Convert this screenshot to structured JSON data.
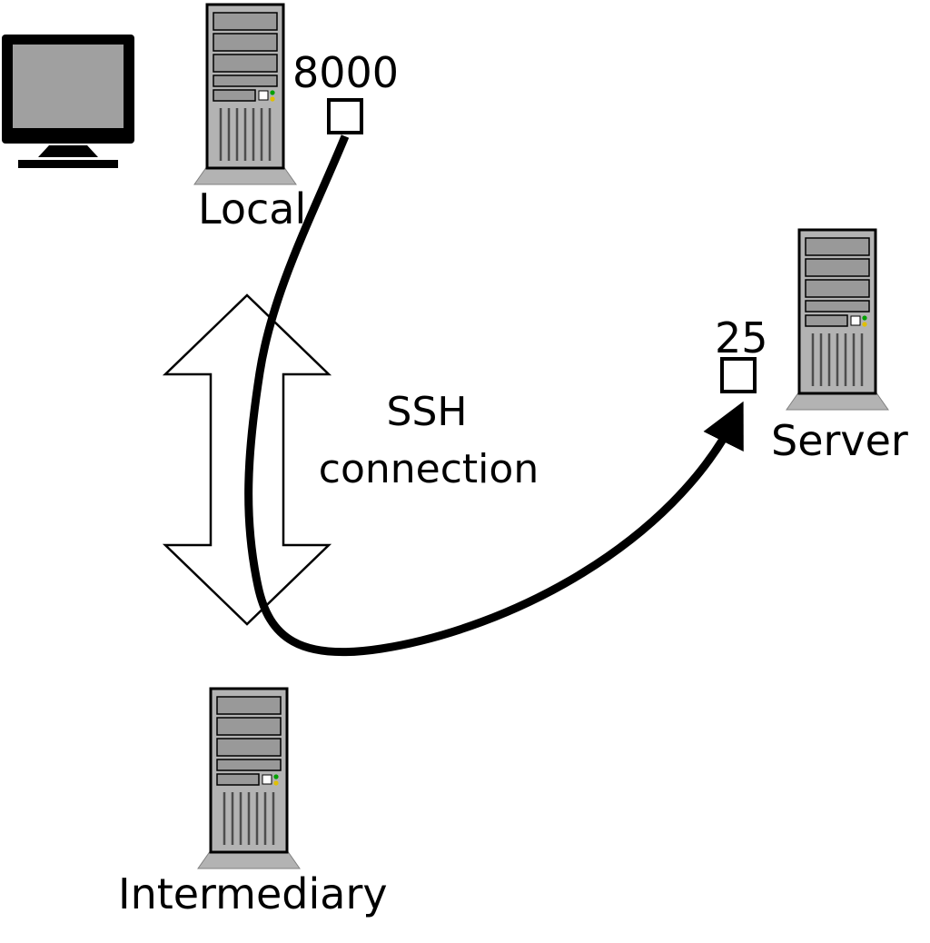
{
  "diagram": {
    "nodes": {
      "local": {
        "label": "Local",
        "port_label": "8000"
      },
      "intermediary": {
        "label": "Intermediary"
      },
      "server": {
        "label": "Server",
        "port_label": "25"
      }
    },
    "connection": {
      "line1": "SSH",
      "line2": "connection"
    },
    "icons": {
      "monitor": "monitor-icon",
      "local": "computer-tower-icon",
      "intermediary": "computer-tower-icon",
      "server": "computer-tower-icon",
      "ssh": "double-headed-arrow-icon",
      "tunnel": "curved-arrow-connector"
    }
  },
  "colors": {
    "background": "#ffffff",
    "outline": "#000000",
    "tower_body": "#b3b3b3",
    "tower_base": "#b3b3b3",
    "slot_fill": "#999999",
    "vent_stroke": "#4d4d4d",
    "port_fill": "#ffffff",
    "monitor_frame": "#000000",
    "monitor_screen": "#a0a0a0",
    "led_green": "#00a000",
    "led_yellow": "#e0c000",
    "tunnel_stroke": "#000000"
  }
}
